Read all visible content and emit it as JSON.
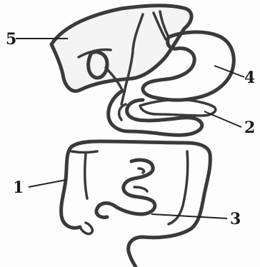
{
  "labels": {
    "liver": "5",
    "stomach": "4",
    "pancreas": "2",
    "large_intestine": "1",
    "small_intestine": "3"
  }
}
